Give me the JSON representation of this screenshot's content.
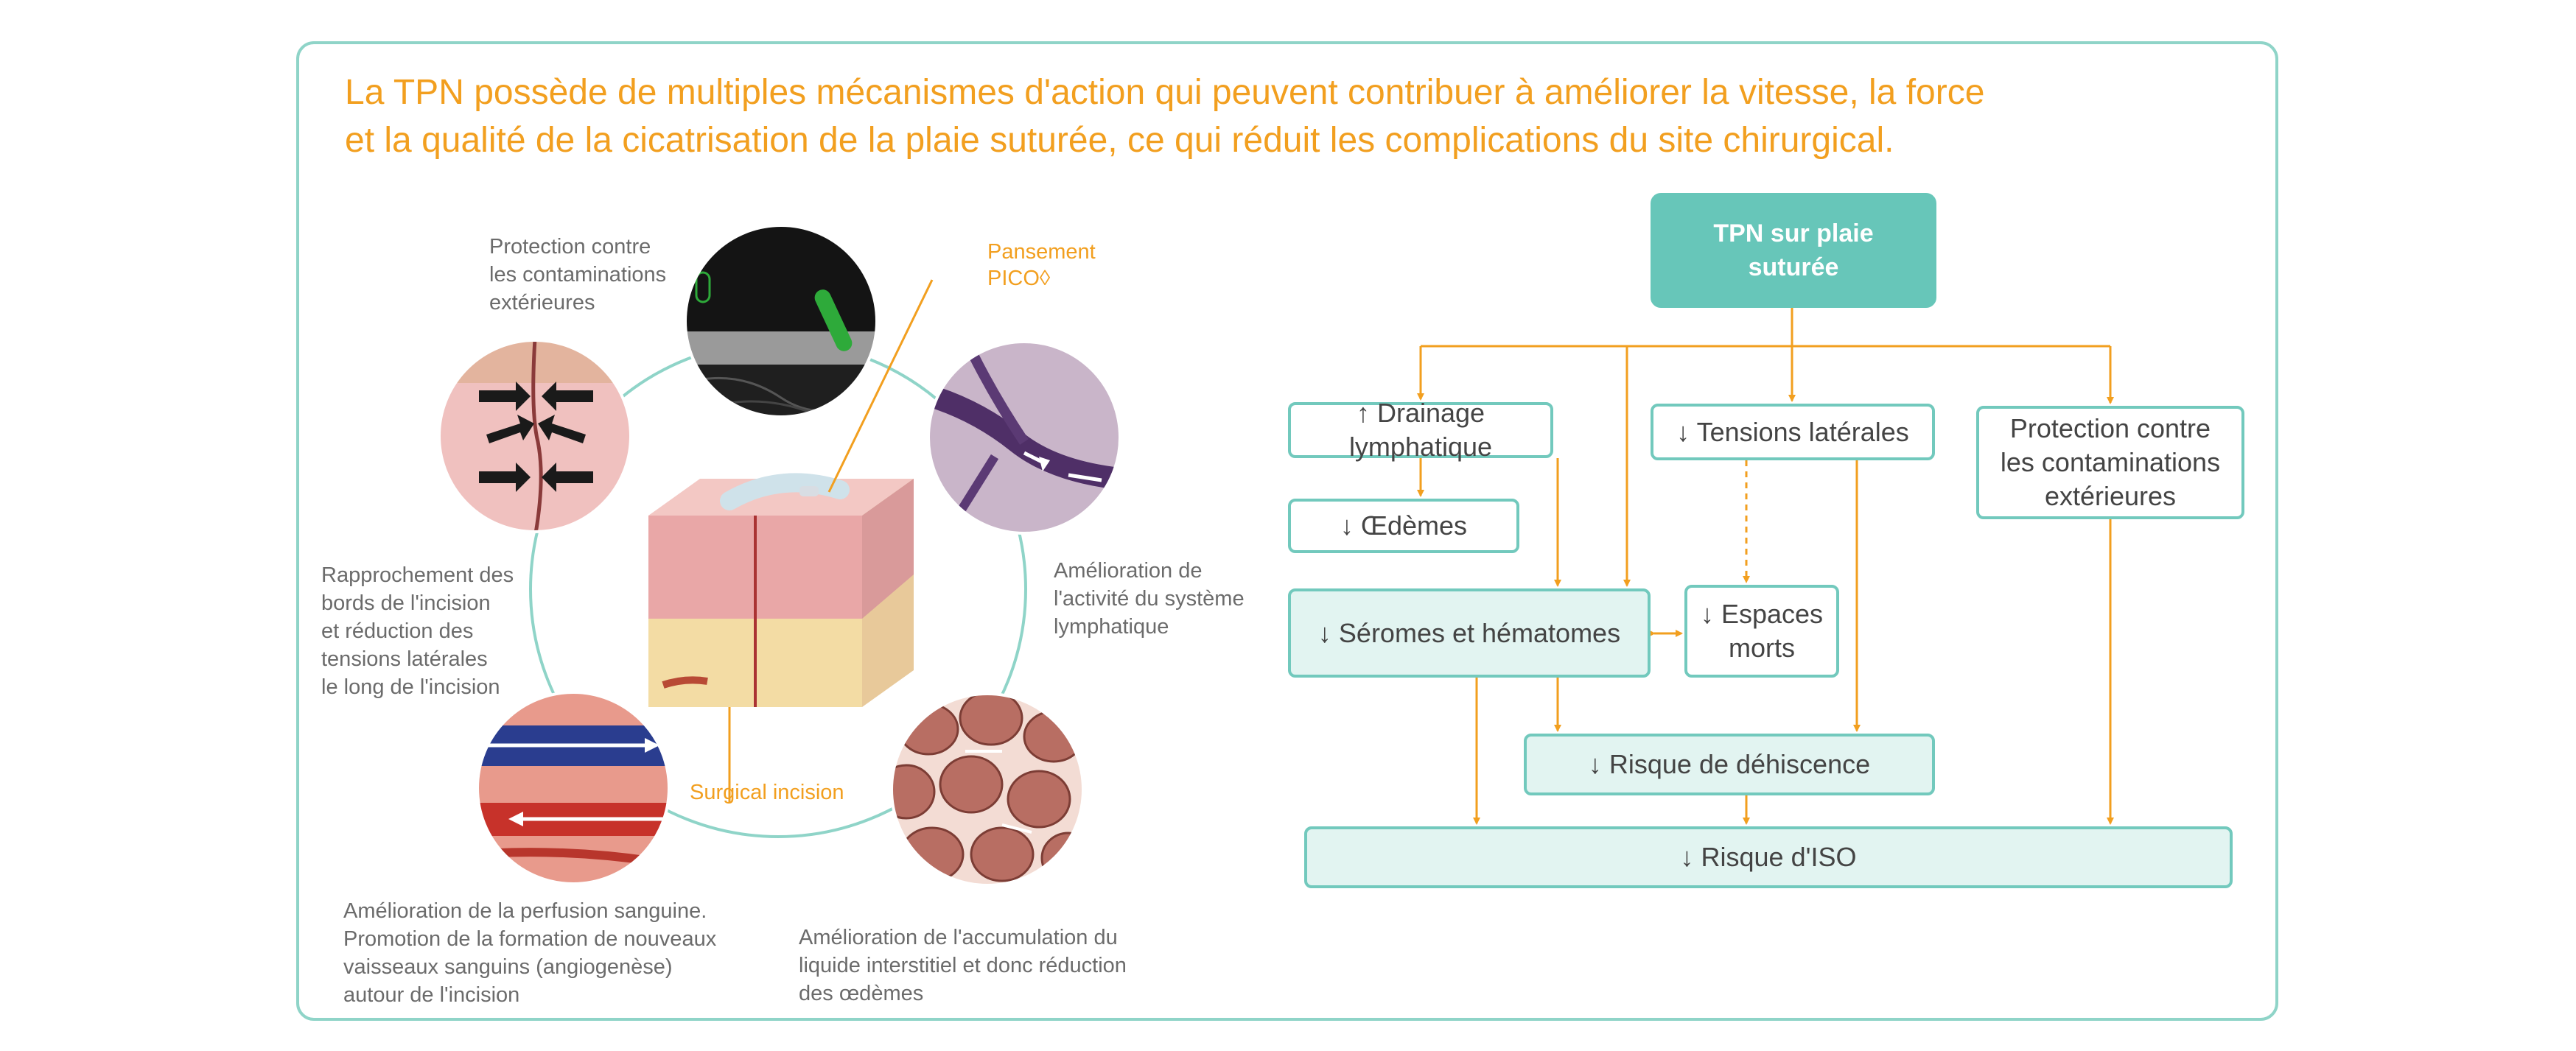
{
  "intro": {
    "line1": "La TPN possède de multiples mécanismes d'action qui peuvent contribuer à améliorer la vitesse, la force",
    "line2": "et la qualité de la cicatrisation de la plaie suturée, ce qui réduit les complications du site chirurgical."
  },
  "illustration": {
    "protection": [
      "Protection contre",
      "les contaminations",
      "extérieures"
    ],
    "pansement": [
      "Pansement",
      "PICO◊"
    ],
    "rapprochement": [
      "Rapprochement des",
      "bords de l'incision",
      "et réduction des",
      "tensions latérales",
      "le long de l'incision"
    ],
    "lymph": [
      "Amélioration de",
      "l'activité du système",
      "lymphatique"
    ],
    "incision": "Surgical incision",
    "perfusion": [
      "Amélioration de la perfusion sanguine.",
      "Promotion de la formation de nouveaux",
      "vaisseaux sanguins (angiogenèse)",
      "autour de l'incision"
    ],
    "interstitiel": [
      "Amélioration de l'accumulation du",
      "liquide interstitiel et donc réduction",
      "des œdèmes"
    ]
  },
  "flow": {
    "tpn": [
      "TPN sur plaie",
      "suturée"
    ],
    "drainage": "↑ Drainage lymphatique",
    "tensions": "↓ Tensions latérales",
    "protection": [
      "Protection contre",
      "les contaminations",
      "extérieures"
    ],
    "oedemes": "↓ Œdèmes",
    "seromes": "↓ Séromes et hématomes",
    "espaces": [
      "↓ Espaces",
      "morts"
    ],
    "dehiscence": "↓ Risque de déhiscence",
    "iso": "↓ Risque d'ISO"
  },
  "colors": {
    "accent": "#f29f1f",
    "teal": "#67c6b9",
    "teal_light": "#e2f4f1"
  }
}
